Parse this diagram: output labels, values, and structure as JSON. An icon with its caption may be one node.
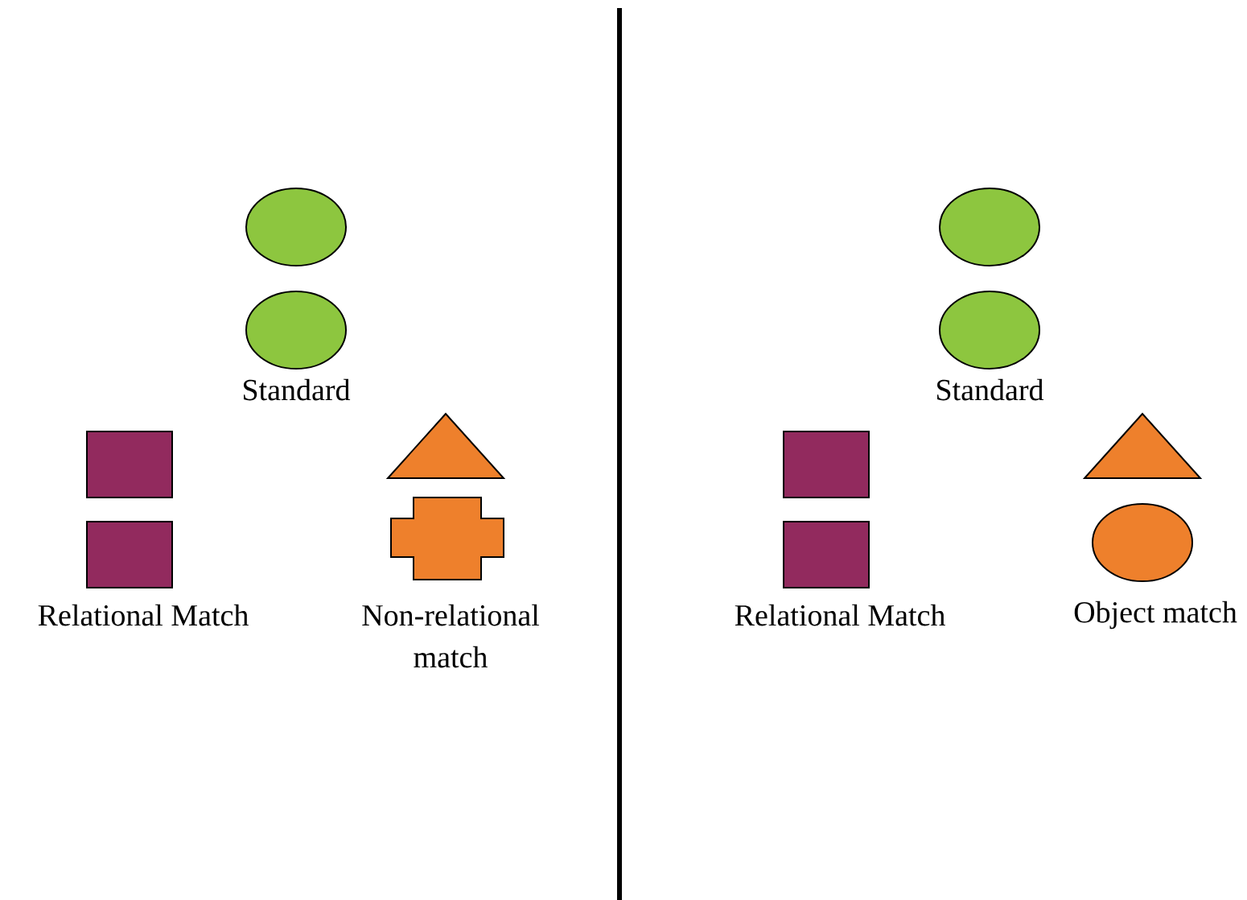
{
  "diagram": {
    "labels": [
      "Standard",
      "Relational Match",
      "Non-relational match",
      "Standard",
      "Relational Match",
      "Object match"
    ]
  }
}
